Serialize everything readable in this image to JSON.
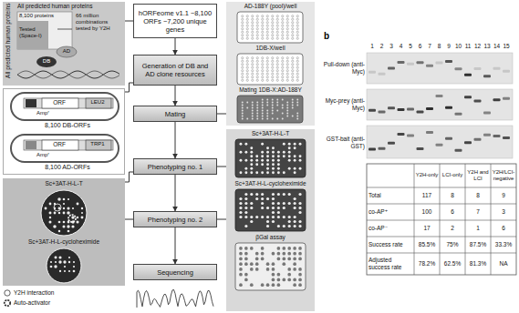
{
  "diagram": {
    "nodes": [
      {
        "text": [
          "All predicted human proteins",
          "All predicted human proteins",
          "8,100 proteins",
          "Tested (Space-I)",
          "66 million combinations tested by Y2H"
        ]
      },
      {
        "text": [
          "8,100 DB-ORFs",
          "8,100 AD-ORFs"
        ]
      },
      {
        "text": [
          "Sc+3AT-H-L-T",
          "Sc+3AT-H-L-cycloheximide"
        ]
      },
      {
        "text": [
          "hORFeome v1.1 ~8,100 ORFs ~7,200 unique genes"
        ]
      },
      {
        "text": [
          "Generation of DB and AD clone resources"
        ]
      },
      {
        "text": [
          "Mating"
        ]
      },
      {
        "text": [
          "Phenotyping no. 1"
        ]
      },
      {
        "text": [
          "Phenotyping no. 2"
        ]
      },
      {
        "text": [
          "Sequencing"
        ]
      },
      {
        "text": [
          "AD-188Y (pool)/well",
          "1DB-X/well",
          "Mating 1DB-X:AD-188Y"
        ]
      },
      {
        "text": [
          "Sc+3AT-H-L-T",
          "Sc+3AT-H-L-cycloheximide",
          "βGal assay"
        ]
      }
    ],
    "edges": [
      {
        "from": 3,
        "to": 4,
        "arrow": "to"
      },
      {
        "from": 4,
        "to": 5,
        "arrow": "to"
      },
      {
        "from": 5,
        "to": 6,
        "arrow": "to"
      },
      {
        "from": 6,
        "to": 7,
        "arrow": "to"
      },
      {
        "from": 7,
        "to": 8,
        "arrow": "to"
      },
      {
        "from": 0,
        "to": 3,
        "arrow": "none"
      },
      {
        "from": 1,
        "to": 4,
        "arrow": "none"
      },
      {
        "from": 2,
        "to": 6,
        "arrow": "none"
      },
      {
        "from": 2,
        "to": 7,
        "arrow": "none"
      },
      {
        "from": 9,
        "to": 5,
        "arrow": "none"
      },
      {
        "from": 10,
        "to": 6,
        "arrow": "none"
      },
      {
        "from": 10,
        "to": 7,
        "arrow": "none"
      }
    ],
    "labels": [
      "DB",
      "AD",
      "ORF",
      "Ampʳ",
      "LEU2",
      "ORF",
      "Ampʳ",
      "TRP1",
      "b",
      "1",
      "2",
      "3",
      "4",
      "5",
      "6",
      "7",
      "8",
      "9",
      "10",
      "11",
      "12",
      "13",
      "14",
      "15",
      "Pull-down (anti-Myc)",
      "Myc-prey (anti-Myc)",
      "GST-bait (anti-GST)",
      "Y2H-only",
      "LCI-only",
      "Y2H and LCI",
      "Y2H/LCI-negative",
      "Total",
      "117",
      "8",
      "8",
      "9",
      "co-AP⁺",
      "100",
      "6",
      "7",
      "3",
      "co-AP⁻",
      "17",
      "2",
      "1",
      "6",
      "Success rate",
      "85.5%",
      "75%",
      "87.5%",
      "33.3%",
      "Adjusted success rate",
      "78.2%",
      "62.5%",
      "81.3%",
      "NA"
    ],
    "legend": [
      {
        "text": "Y2H interaction"
      },
      {
        "text": "Auto-activator"
      }
    ]
  }
}
